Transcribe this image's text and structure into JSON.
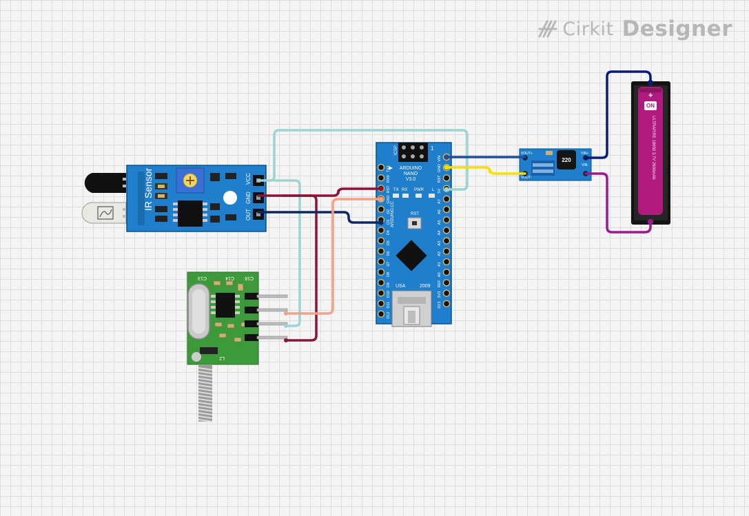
{
  "logo": {
    "brand": "Cirkit",
    "product": "Designer"
  },
  "ir_sensor": {
    "title": "IR Sensor",
    "pins": [
      "VCC",
      "GND",
      "OUT"
    ]
  },
  "arduino": {
    "name_line1": "ARDUINO",
    "name_line2": "NANO",
    "name_line3": "V3.0",
    "site": "ARDUINO.CC",
    "made_in": "USA",
    "year": "2009",
    "icsp": "ICSP",
    "icsp_pin": "1",
    "leds": [
      "TX",
      "RX",
      "PWR",
      "L"
    ],
    "reset_label": "RST",
    "left_pins": [
      "TX1",
      "RX0",
      "RST",
      "GND",
      "D2",
      "D3",
      "D4",
      "D5",
      "D6",
      "D7",
      "D8",
      "D9",
      "D10",
      "D11",
      "D12"
    ],
    "right_pins": [
      "VIN",
      "GND",
      "RST",
      "5V",
      "A7",
      "A6",
      "A5",
      "A4",
      "A3",
      "A2",
      "A1",
      "A0",
      "REF",
      "3V3",
      "D13"
    ]
  },
  "booster": {
    "pin_vout_plus": "VOUT+",
    "pin_vout_minus": "VOUT-",
    "pin_vin_plus": "VIN+",
    "pin_vin_minus": "VIN-",
    "inductor": "220"
  },
  "battery": {
    "plus": "+",
    "brand": "ON",
    "label": "ULTRAFIRE 18650 3.7V 2600mAh"
  },
  "rf_module": {
    "labels": [
      "C13",
      "C14",
      "C16",
      "L2"
    ]
  },
  "colors": {
    "wire_light": "#9ed3d3",
    "wire_maroon": "#8a1538",
    "wire_navy": "#0f2660",
    "wire_salmon": "#f4a08a",
    "wire_blue": "#1f4e9c",
    "wire_yellow": "#f5e000",
    "wire_darkblue": "#0a1a7a",
    "wire_magenta": "#9b1a8c",
    "board_blue": "#1f7fcc",
    "pcb_green": "#3d9a3a"
  }
}
